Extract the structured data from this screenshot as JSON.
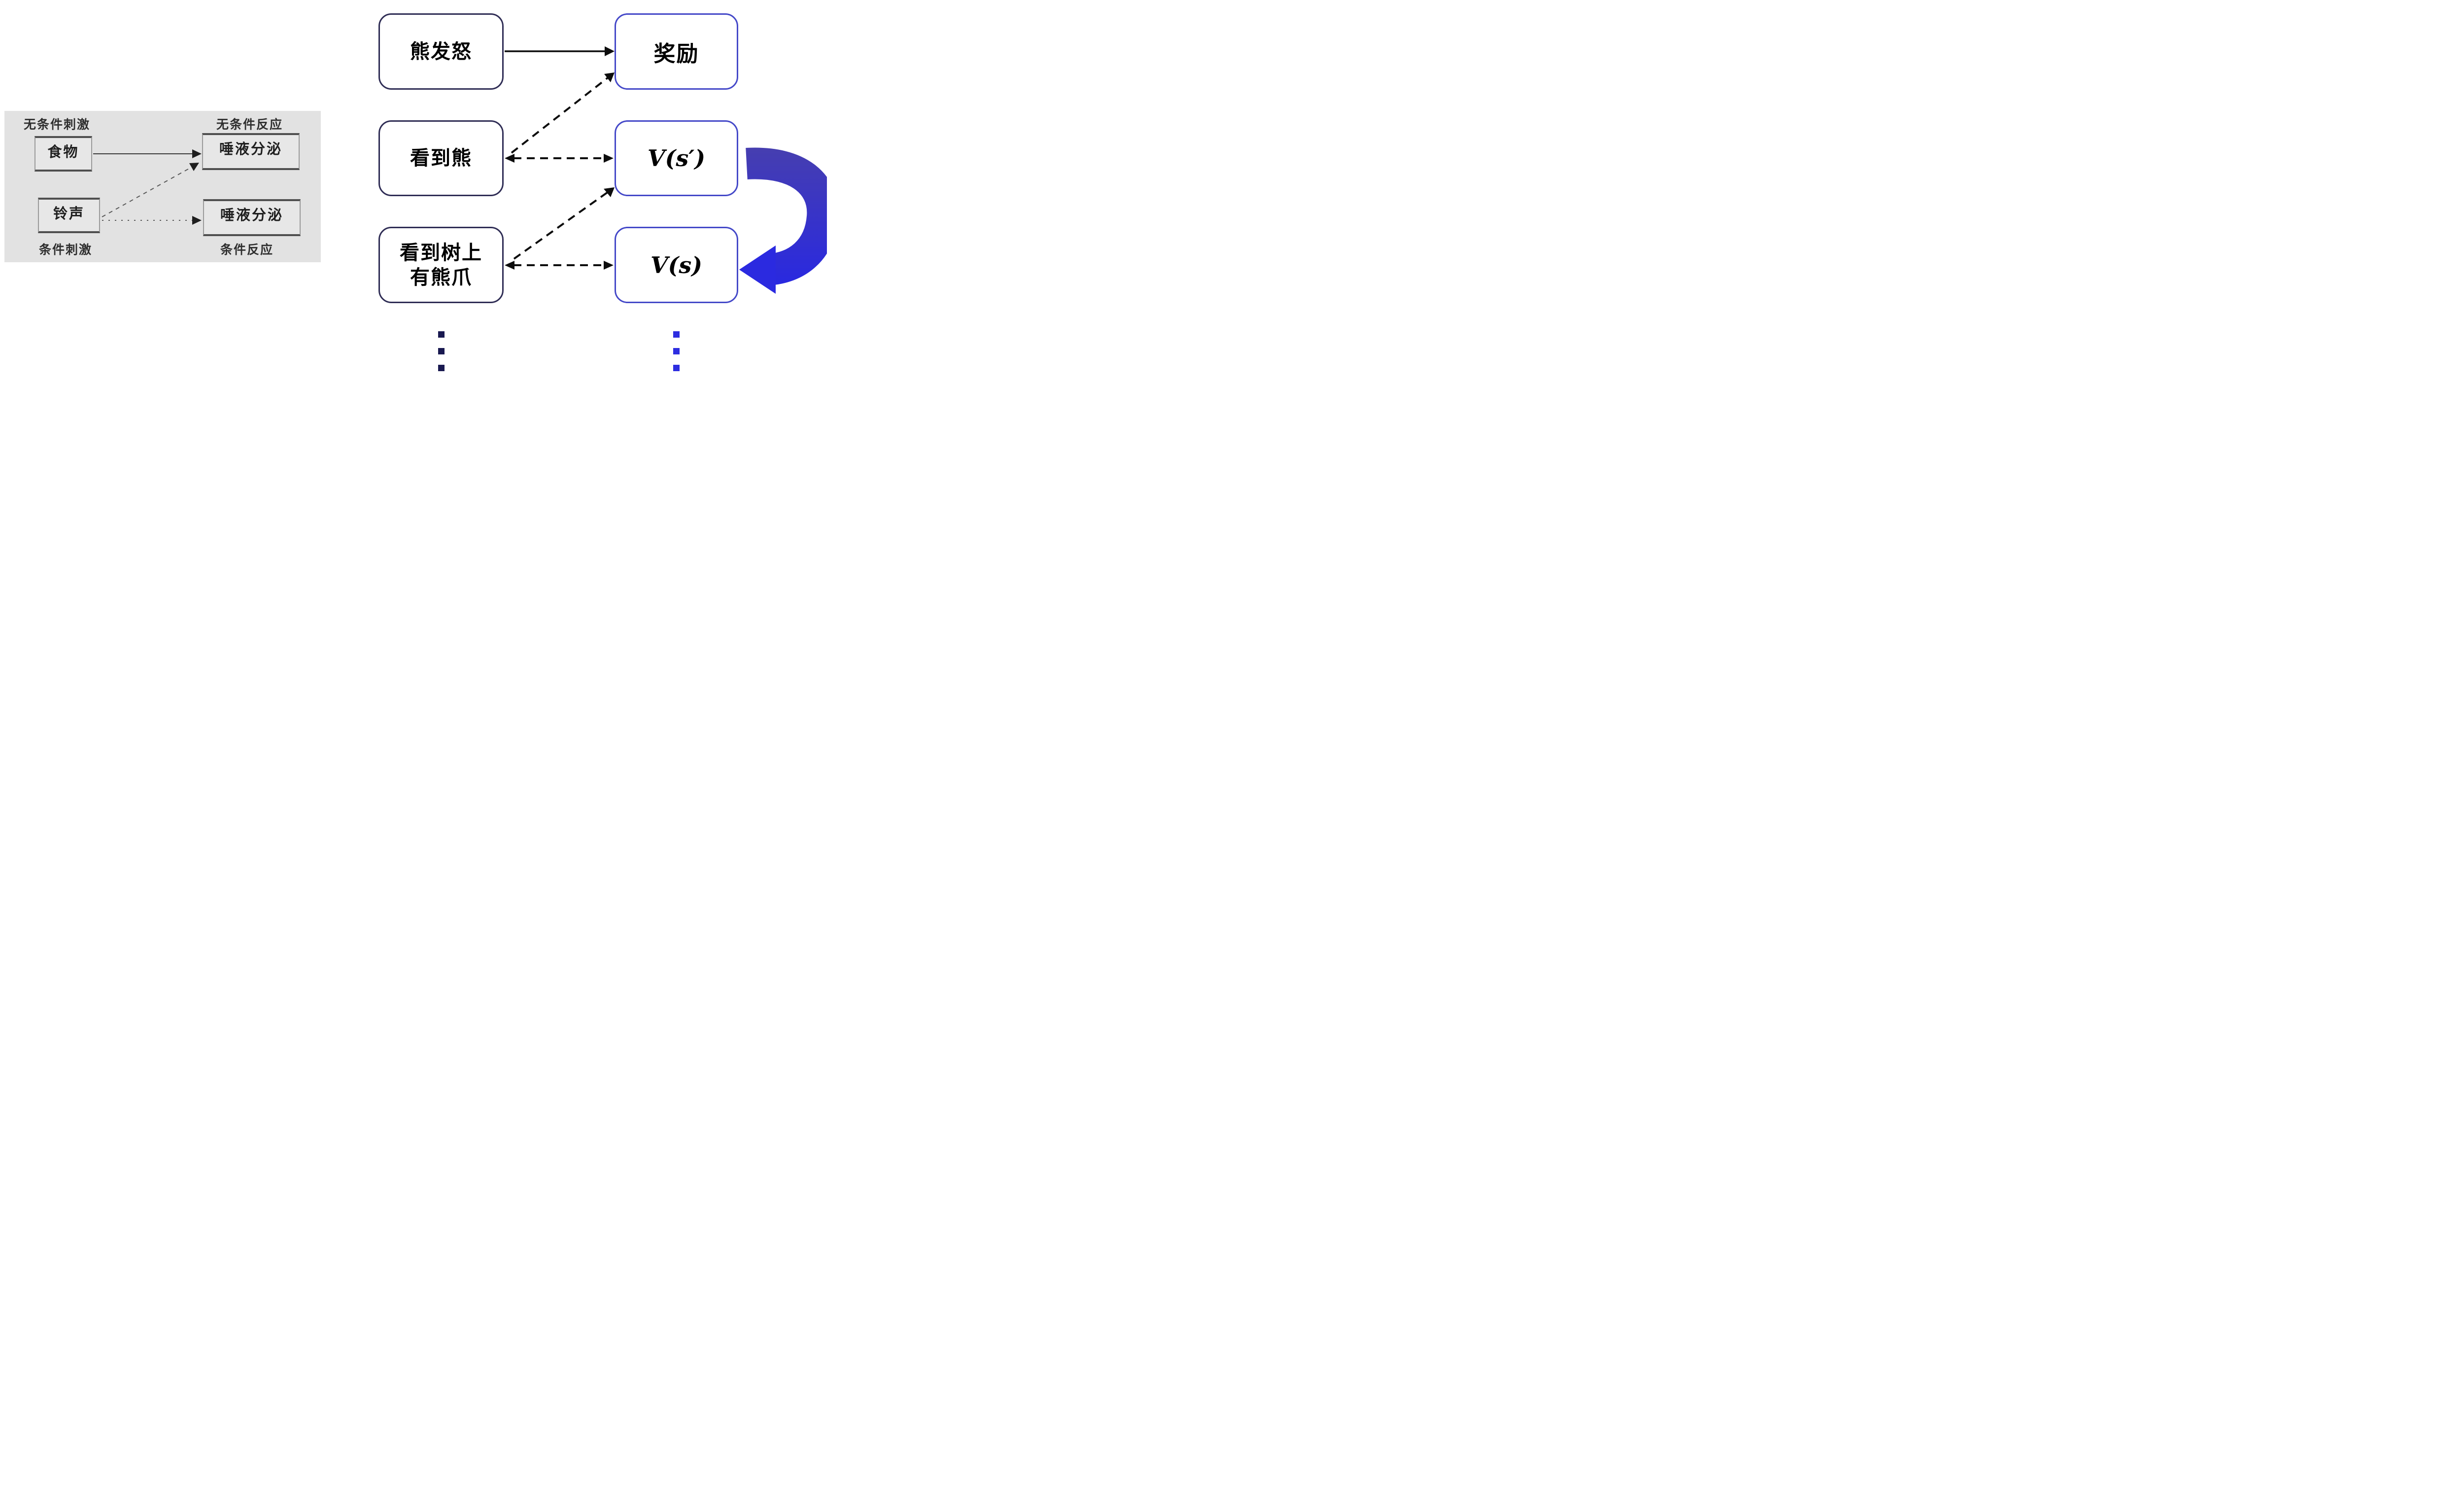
{
  "panel": {
    "label_unconditioned_stimulus": "无条件刺激",
    "label_unconditioned_response": "无条件反应",
    "label_conditioned_stimulus": "条件刺激",
    "label_conditioned_response": "条件反应",
    "box_food": "食物",
    "box_bell": "铃声",
    "box_saliva_top": "唾液分泌",
    "box_saliva_bottom": "唾液分泌"
  },
  "diagram": {
    "state_bear_anger": "熊发怒",
    "state_see_bear": "看到熊",
    "state_see_claw_line1": "看到树上",
    "state_see_claw_line2": "有熊爪",
    "node_reward": "奖励",
    "node_value_next": "V(s′)",
    "node_value_current": "V(s)"
  },
  "colors": {
    "panel_bg": "#e2e2e2",
    "navy_border": "#2f2d55",
    "blue_border": "#4448c8",
    "arrow_black": "#0d0d0d",
    "panel_arrow_gray": "#3a3a3a",
    "ribbon_dark": "#473fae",
    "ribbon_bright": "#2727e4",
    "dot_navy": "#191950",
    "dot_blue": "#2d2de0"
  }
}
